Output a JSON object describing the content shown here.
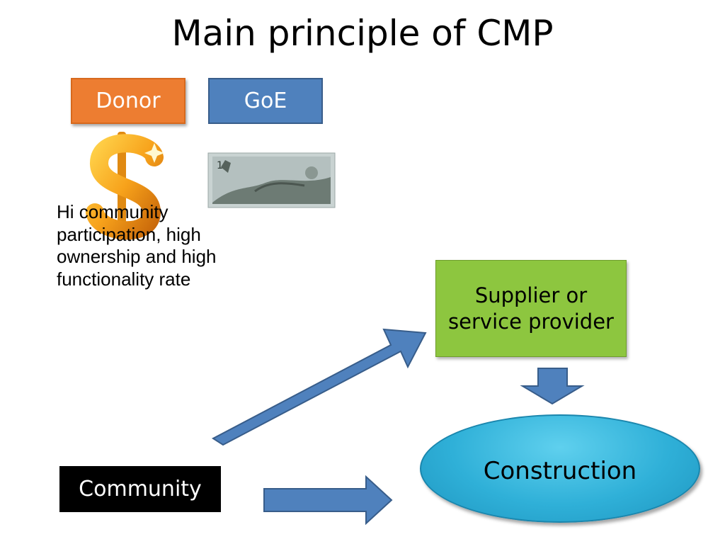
{
  "slide": {
    "title": "Main principle of CMP",
    "donor_label": "Donor",
    "goe_label": "GoE",
    "note_text": "Hi community participation, high ownership and high functionality rate",
    "supplier_label": "Supplier or service provider",
    "construction_label": "Construction",
    "community_label": "Community"
  },
  "colors": {
    "donor_fill": "#ed7d31",
    "goe_fill": "#4f81bd",
    "supplier_fill": "#8dc63f",
    "construction_fill": "#2fb0d8",
    "community_fill": "#000000",
    "arrow_fill": "#4f81bd"
  },
  "icons": {
    "dollar": "dollar-sign-icon",
    "banknote": "birr-banknote-image"
  }
}
